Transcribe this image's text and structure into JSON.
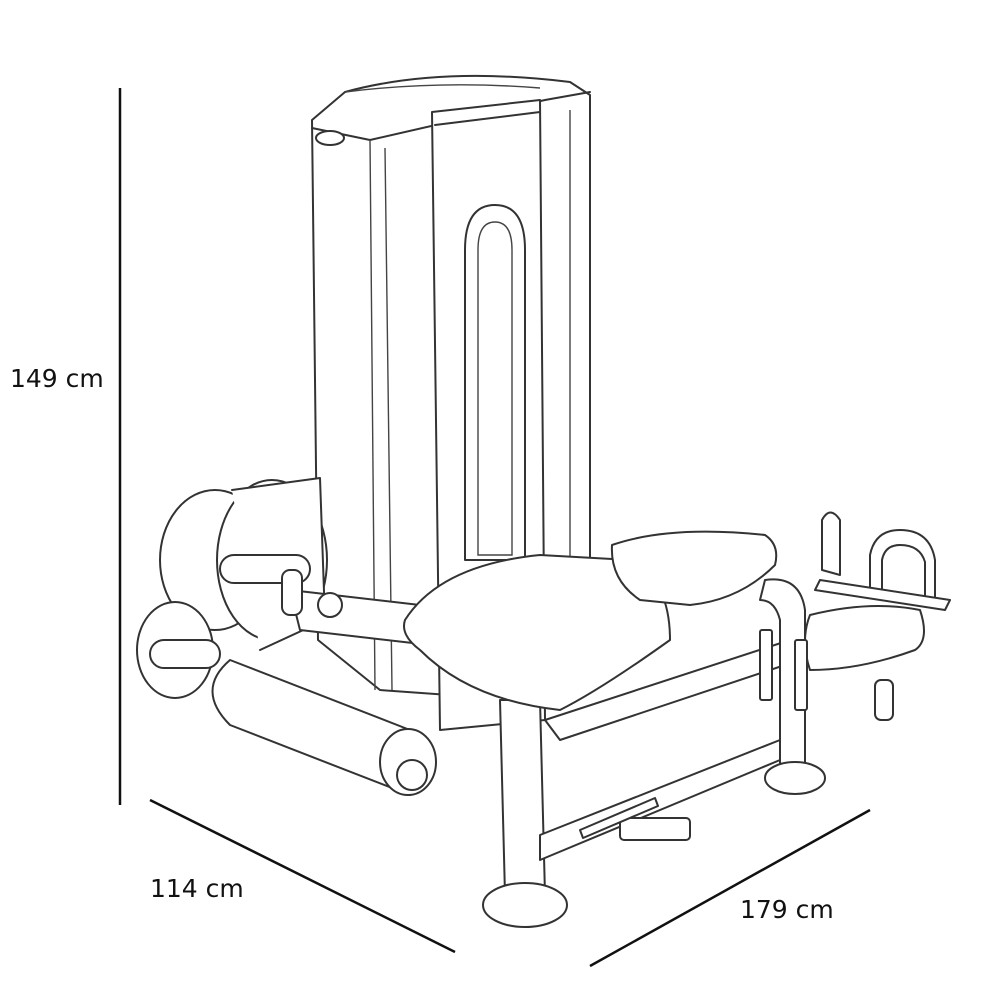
{
  "dimensions": {
    "height": "149 cm",
    "depth": "114 cm",
    "length": "179 cm"
  }
}
